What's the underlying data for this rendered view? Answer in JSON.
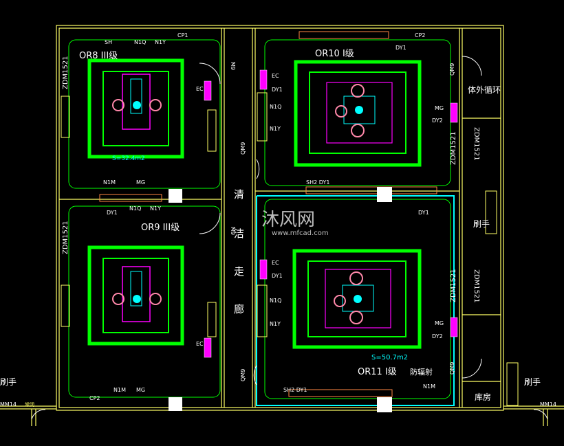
{
  "rooms": {
    "or8": "OR8 III级",
    "or9": "OR9 III级",
    "or10": "OR10 I级",
    "or11": "OR11 I级",
    "or11_note": "防辐射",
    "area_or8": "S=32.4m2",
    "area_or11": "S=50.7m2"
  },
  "corridor": [
    "清",
    "洁",
    "走",
    "廊"
  ],
  "side_rooms": {
    "extracorporeal": "体外循环",
    "scrub": "刷手",
    "storage": "库房"
  },
  "door_codes": {
    "m9": "M9",
    "qm9": "QM9",
    "zdm": "ZDM1521",
    "mm14": "MM14",
    "normally_closed": "常闭"
  },
  "equipment": {
    "cp1": "CP1",
    "cp2": "CP2",
    "dy1": "DY1",
    "dy2": "DY2",
    "ec": "EC",
    "mg": "MG",
    "n1m": "N1M",
    "n1q": "N1Q",
    "n1y": "N1Y",
    "sh": "SH",
    "sh2dy1": "SH2 DY1"
  },
  "watermark": {
    "brand": "沐风网",
    "url": "www.mfcad.com"
  },
  "colors": {
    "wall": "#ffff66",
    "green": "#00ff00",
    "cyan": "#00ffff",
    "magenta": "#ff00ff",
    "red": "#ff3333",
    "pink": "#ff88aa",
    "white": "#ffffff"
  }
}
